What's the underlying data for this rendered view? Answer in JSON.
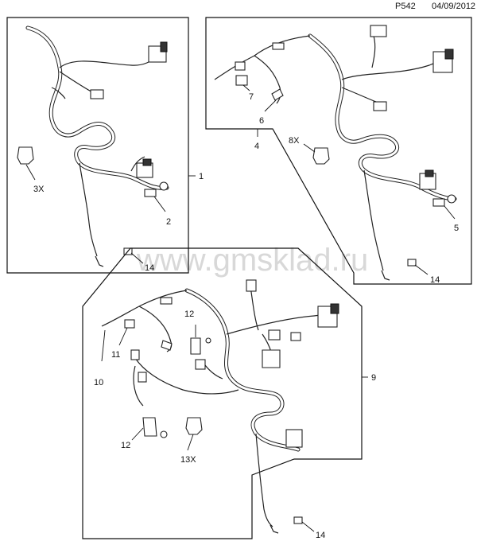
{
  "header": {
    "page_code": "P542",
    "date": "04/09/2012"
  },
  "watermark": "www.gmsklad.ru",
  "callouts": {
    "c1": "1",
    "c2": "2",
    "c3x": "3X",
    "c4": "4",
    "c5": "5",
    "c6": "6",
    "c7": "7",
    "c8x": "8X",
    "c9": "9",
    "c10": "10",
    "c11": "11",
    "c12a": "12",
    "c12b": "12",
    "c13x": "13X",
    "c14a": "14",
    "c14b": "14",
    "c14c": "14"
  }
}
